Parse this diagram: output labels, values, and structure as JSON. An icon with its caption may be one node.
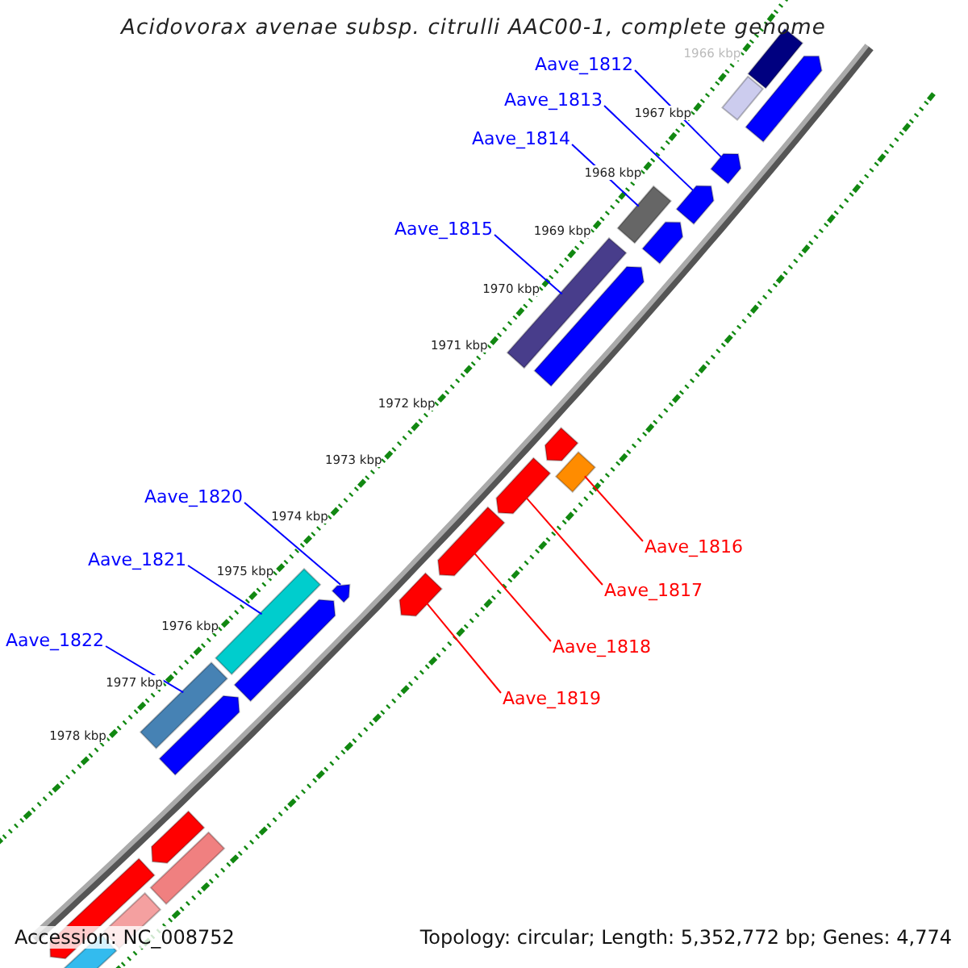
{
  "diagram": {
    "title": "Acidovorax avenae subsp. citrulli AAC00-1, complete genome",
    "nodes": [
      {
        "text": [
          "Aave_1812"
        ]
      },
      {
        "text": [
          "Aave_1813"
        ]
      },
      {
        "text": [
          "Aave_1814"
        ]
      },
      {
        "text": [
          "Aave_1815"
        ]
      },
      {
        "text": [
          "Aave_1820"
        ]
      },
      {
        "text": [
          "Aave_1816"
        ]
      },
      {
        "text": [
          "Aave_1821"
        ]
      },
      {
        "text": [
          "Aave_1817"
        ]
      },
      {
        "text": [
          "Aave_1822"
        ]
      },
      {
        "text": [
          "Aave_1818"
        ]
      },
      {
        "text": [
          "Aave_1819"
        ]
      },
      {
        "text": [],
        "shape": "box"
      },
      {
        "text": [],
        "shape": "pentagon"
      },
      {
        "text": [],
        "shape": "box"
      },
      {
        "text": [],
        "shape": "pentagon"
      },
      {
        "text": [],
        "shape": "pentagon"
      },
      {
        "text": [],
        "shape": "box"
      },
      {
        "text": [],
        "shape": "pentagon"
      },
      {
        "text": [],
        "shape": "box"
      },
      {
        "text": [],
        "shape": "pentagon"
      },
      {
        "text": [],
        "shape": "pentagon"
      },
      {
        "text": [],
        "shape": "box"
      },
      {
        "text": [],
        "shape": "pentagon"
      },
      {
        "text": [],
        "shape": "pentagon"
      },
      {
        "text": [],
        "shape": "pentagon"
      },
      {
        "text": [],
        "shape": "pentagon"
      },
      {
        "text": [],
        "shape": "box"
      },
      {
        "text": [],
        "shape": "pentagon"
      },
      {
        "text": [],
        "shape": "box"
      },
      {
        "text": [],
        "shape": "pentagon"
      },
      {
        "text": [],
        "shape": "pentagon"
      },
      {
        "text": [],
        "shape": "box"
      },
      {
        "text": [],
        "shape": "pentagon"
      },
      {
        "text": [],
        "shape": "box"
      },
      {
        "text": [],
        "shape": "box"
      }
    ],
    "edges": [
      {
        "from": 0,
        "to": 14,
        "arrow": "none"
      },
      {
        "from": 1,
        "to": 15,
        "arrow": "none"
      },
      {
        "from": 2,
        "to": 16,
        "arrow": "none"
      },
      {
        "from": 3,
        "to": 18,
        "arrow": "none"
      },
      {
        "from": 4,
        "to": 25,
        "arrow": "none"
      },
      {
        "from": 5,
        "to": 21,
        "arrow": "none",
        "color": "#ff0000"
      },
      {
        "from": 6,
        "to": 26,
        "arrow": "none"
      },
      {
        "from": 7,
        "to": 22,
        "arrow": "none",
        "color": "#ff0000"
      },
      {
        "from": 8,
        "to": 28,
        "arrow": "none"
      },
      {
        "from": 9,
        "to": 23,
        "arrow": "none",
        "color": "#ff0000"
      },
      {
        "from": 10,
        "to": 24,
        "arrow": "none",
        "color": "#ff0000"
      }
    ],
    "labels": [
      "1966 kbp",
      "1967 kbp",
      "1968 kbp",
      "1969 kbp",
      "1970 kbp",
      "1971 kbp",
      "1972 kbp",
      "1973 kbp",
      "1974 kbp",
      "1975 kbp",
      "1976 kbp",
      "1977 kbp",
      "1978 kbp",
      "Accession: NC_008752",
      "Topology: circular; Length: 5,352,772 bp; Genes: 4,774"
    ]
  }
}
